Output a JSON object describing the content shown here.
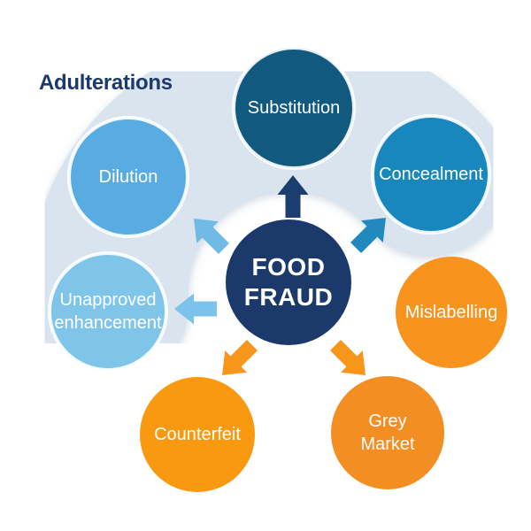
{
  "title": {
    "label": "Adulterations",
    "color": "#1B3A6B"
  },
  "center": {
    "label": "FOOD\nFRAUD",
    "color": "#1B3A6B",
    "text_color": "#FFFFFF"
  },
  "nodes": {
    "substitution": {
      "label": "Substitution",
      "color": "#11597E"
    },
    "concealment": {
      "label": "Concealment",
      "color": "#1787BE"
    },
    "dilution": {
      "label": "Dilution",
      "color": "#58ACE1"
    },
    "unapproved_enhancement": {
      "label": "Unapproved\nenhancement",
      "color": "#7FC5EA"
    },
    "mislabelling": {
      "label": "Mislabelling",
      "color": "#F8941D"
    },
    "counterfeit": {
      "label": "Counterfeit",
      "color": "#F8990F"
    },
    "grey_market": {
      "label": "Grey\nMarket",
      "color": "#F28E22"
    }
  },
  "arrows": [
    {
      "to": "substitution",
      "direction": "up",
      "color": "#1B3E6F"
    },
    {
      "to": "concealment",
      "direction": "up-right",
      "color": "#2289BE"
    },
    {
      "to": "dilution",
      "direction": "up-left",
      "color": "#6FBBE5"
    },
    {
      "to": "unapproved_enhancement",
      "direction": "left",
      "color": "#7CC3EC"
    },
    {
      "to": "counterfeit",
      "direction": "down-left",
      "color": "#F8951B"
    },
    {
      "to": "grey_market",
      "direction": "down-right",
      "color": "#F8951B"
    }
  ],
  "palette": {
    "background": "#FFFFFF",
    "group_blob": "#D9E4EF",
    "title_navy": "#1B3A6B",
    "label_text": "#FFFFFF"
  }
}
